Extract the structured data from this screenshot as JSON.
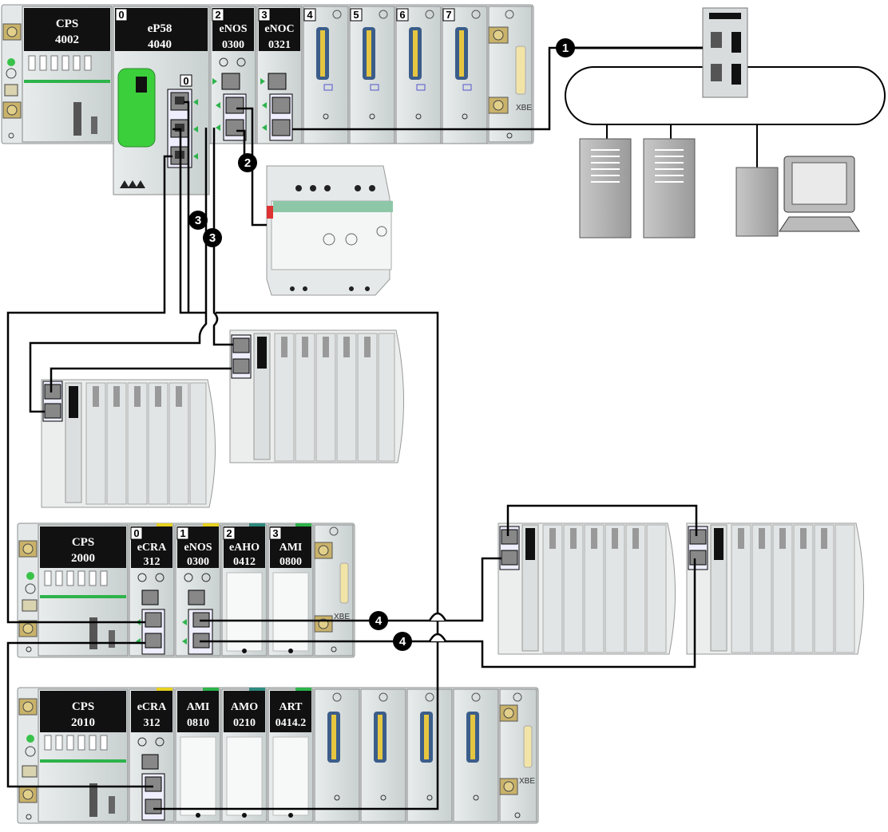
{
  "main_rack": {
    "modules": [
      {
        "slot": "",
        "line1": "CPS",
        "line2": "4002"
      },
      {
        "slot": "0",
        "line1": "eP58",
        "line2": "4040"
      },
      {
        "slot": "2",
        "line1": "eNOS",
        "line2": "0300"
      },
      {
        "slot": "3",
        "line1": "eNOC",
        "line2": "0321"
      }
    ],
    "io_slots": [
      "4",
      "5",
      "6",
      "7"
    ],
    "cpu_port_tag": "0",
    "xbe": "XBE"
  },
  "rack_2": {
    "modules": [
      {
        "slot": "",
        "line1": "CPS",
        "line2": "2000"
      },
      {
        "slot": "0",
        "line1": "eCRA",
        "line2": "312"
      },
      {
        "slot": "1",
        "line1": "eNOS",
        "line2": "0300"
      },
      {
        "slot": "2",
        "line1": "eAHO",
        "line2": "0412"
      },
      {
        "slot": "3",
        "line1": "AMI",
        "line2": "0800"
      }
    ],
    "xbe": "XBE"
  },
  "rack_3": {
    "modules": [
      {
        "slot": "",
        "line1": "CPS",
        "line2": "2010"
      },
      {
        "slot": "",
        "line1": "eCRA",
        "line2": "312"
      },
      {
        "slot": "",
        "line1": "AMI",
        "line2": "0810"
      },
      {
        "slot": "",
        "line1": "AMO",
        "line2": "0210"
      },
      {
        "slot": "",
        "line1": "ART",
        "line2": "0414.2"
      }
    ],
    "xbe": "XBE"
  },
  "callouts": [
    "1",
    "2",
    "3",
    "3",
    "4",
    "4"
  ]
}
